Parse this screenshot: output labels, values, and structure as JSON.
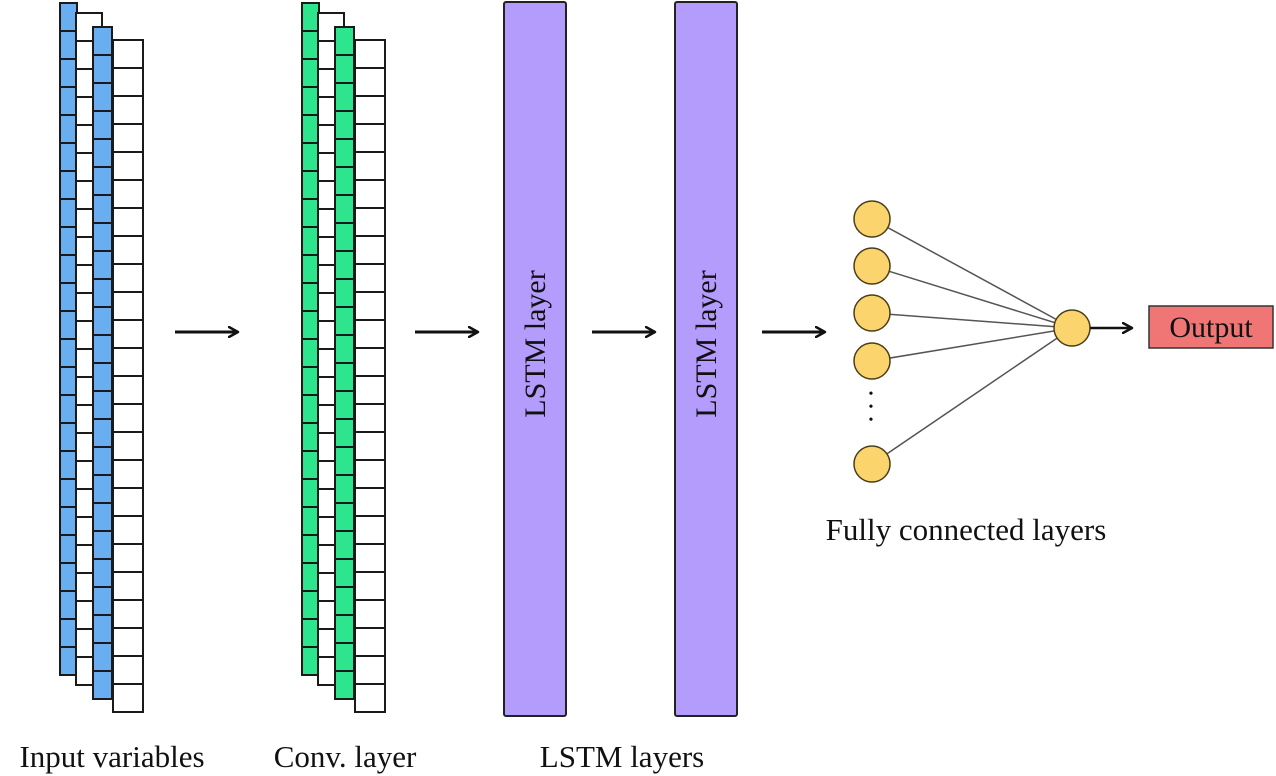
{
  "diagram": {
    "stages": [
      {
        "id": "input",
        "label": "Input variables",
        "fill": "#6aaef2",
        "cells_per_column": 24
      },
      {
        "id": "conv",
        "label": "Conv. layer",
        "fill": "#2de58c",
        "cells_per_column": 24
      },
      {
        "id": "lstm",
        "label": "LSTM layers",
        "fill": "#b39cfb",
        "blocks": [
          {
            "label": "LSTM layer"
          },
          {
            "label": "LSTM layer"
          }
        ]
      },
      {
        "id": "fc",
        "label": "Fully connected layers",
        "fill": "#fbd46e",
        "input_nodes_visible": 5,
        "ellipsis": "⋮"
      }
    ],
    "output": {
      "label": "Output",
      "fill": "#f07676"
    },
    "arrow_color": "#111111",
    "connection_color": "#555555"
  }
}
